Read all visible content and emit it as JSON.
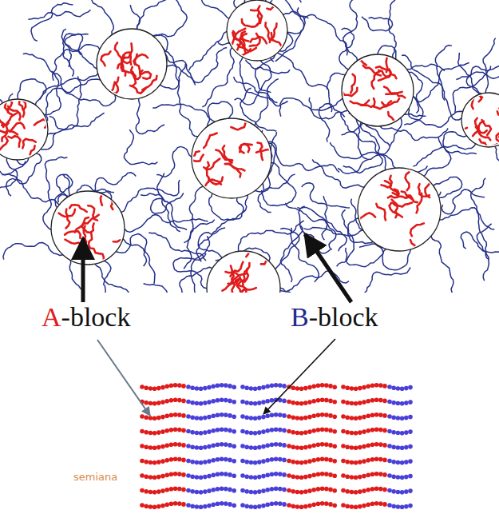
{
  "diagram": {
    "labels": [
      "A-block",
      "B-block",
      "semiana"
    ]
  }
}
